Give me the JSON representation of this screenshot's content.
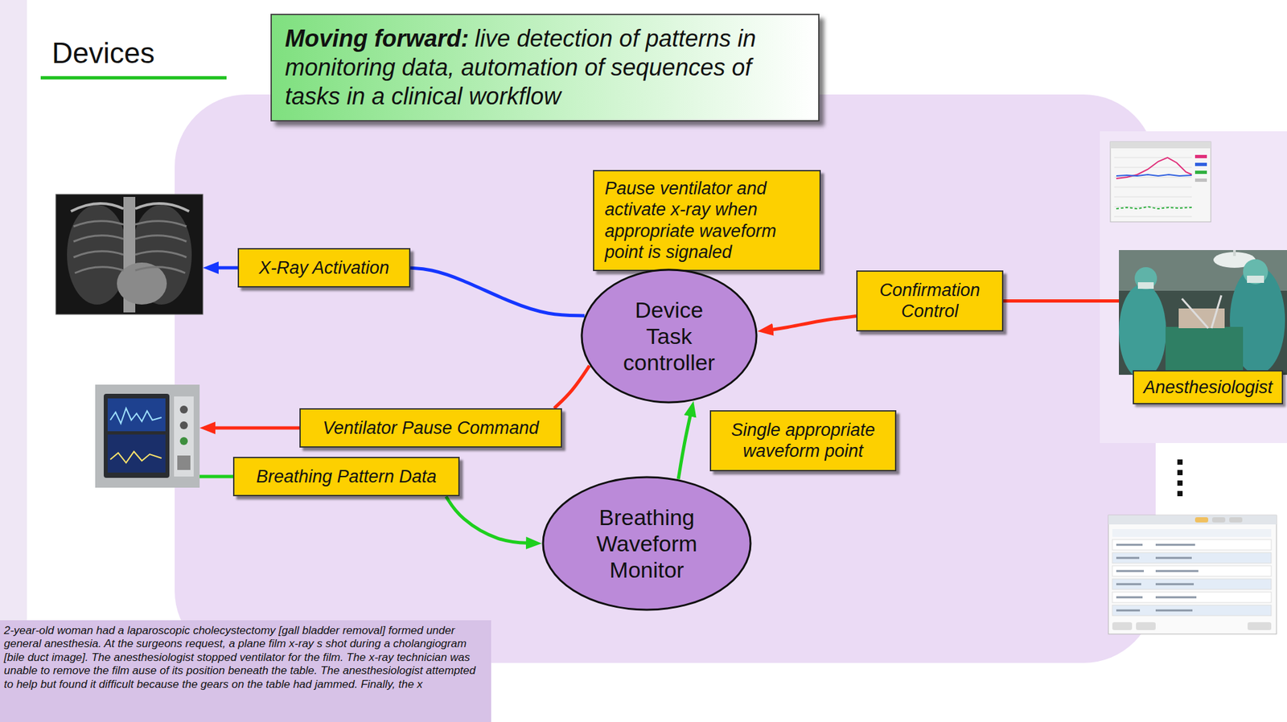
{
  "diagram": {
    "title": "Devices",
    "nodes": [
      {
        "text": [
          "Moving forward:",
          "live detection of patterns in monitoring data, automation of sequences of tasks in a clinical workflow"
        ]
      },
      {
        "text": [
          "Pause ventilator and activate x-ray when appropriate waveform point is signaled"
        ]
      },
      {
        "text": [
          "X-Ray Activation"
        ]
      },
      {
        "text": [
          "Device Task controller"
        ]
      },
      {
        "text": [
          "Confirmation Control"
        ]
      },
      {
        "text": [
          "Anesthesiologist"
        ]
      },
      {
        "text": [
          "Ventilator Pause Command"
        ]
      },
      {
        "text": [
          "Single appropriate waveform point"
        ]
      },
      {
        "text": [
          "Breathing Pattern Data"
        ]
      },
      {
        "text": [
          "Breathing Waveform Monitor"
        ]
      },
      {
        "text": [
          "2-year-old woman had a laparoscopic cholecystectomy [gall bladder removal] formed under general anesthesia. At the surgeons request, a plane film x-ray s shot during a cholangiogram [bile duct image]. The anesthesiologist stopped ventilator for the film. The x-ray technician was unable to remove the film ause of its position beneath the table. The anesthesiologist attempted to help but found it difficult because the gears on the table had jammed. Finally, the x"
        ]
      }
    ],
    "edges": [
      {
        "from": 3,
        "to": 2,
        "arrow": "none"
      },
      {
        "from": 3,
        "to": 6,
        "arrow": "none"
      },
      {
        "from": 8,
        "to": 9,
        "arrow": "to"
      },
      {
        "from": 9,
        "to": 3,
        "arrow": "to"
      },
      {
        "from": 4,
        "to": 3,
        "arrow": "to"
      },
      {
        "from": 5,
        "to": 4,
        "arrow": "none"
      }
    ]
  }
}
